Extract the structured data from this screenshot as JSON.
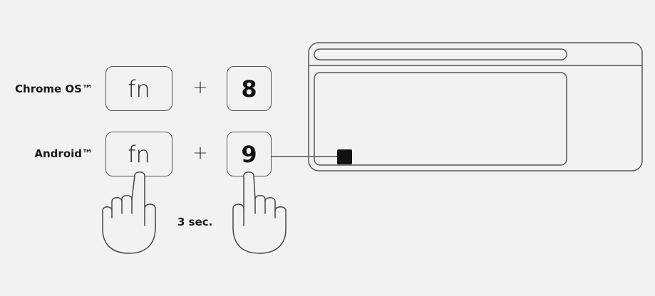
{
  "rows": [
    {
      "os_label": "Chrome OS™",
      "modifier_key": "fn",
      "plus": "+",
      "number_key": "8"
    },
    {
      "os_label": "Android™",
      "modifier_key": "fn",
      "plus": "+",
      "number_key": "9"
    }
  ],
  "hold_duration": "3 sec.",
  "icons": {
    "left_hand": "pointing-hand-icon",
    "right_hand": "pointing-hand-icon",
    "device": "keyboard-device-icon",
    "indicator": "status-light-icon"
  },
  "colors": {
    "background": "#f2f2f2",
    "line": "#555555",
    "text": "#1a1a1a",
    "indicator": "#111111"
  }
}
